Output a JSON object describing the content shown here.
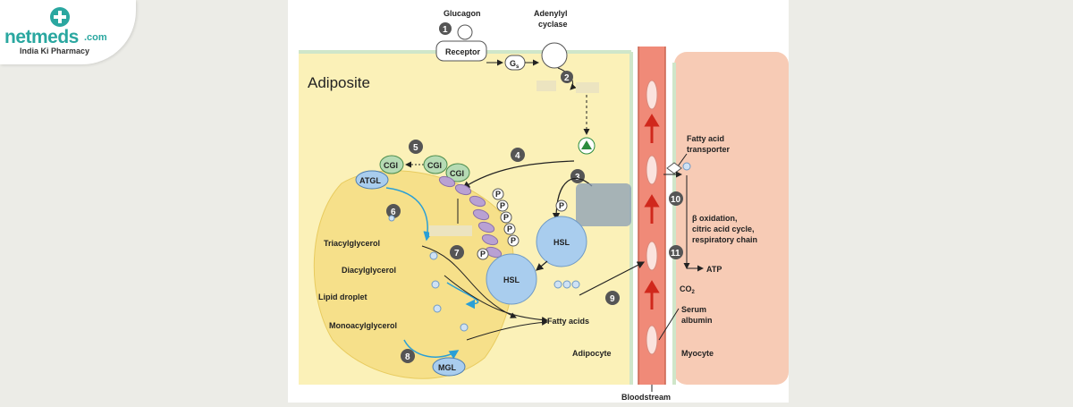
{
  "brand": {
    "name": "netmeds",
    "tld": ".com",
    "tagline": "India Ki Pharmacy",
    "color": "#2aa7a0"
  },
  "diagram": {
    "top": {
      "glucagon": "Glucagon",
      "adenylyl_cyclase_1": "Adenylyl",
      "adenylyl_cyclase_2": "cyclase",
      "receptor": "Receptor",
      "gs": "G",
      "gs_sub": "s"
    },
    "compartments": {
      "adiposite_title": "Adiposite",
      "adipocyte": "Adipocyte",
      "myocyte": "Myocyte",
      "bloodstream": "Bloodstream"
    },
    "proteins": {
      "cgi": "CGI",
      "atgl": "ATGL",
      "hsl": "HSL",
      "mgl": "MGL",
      "phosphate": "P"
    },
    "lipids": {
      "triacylglycerol": "Triacylglycerol",
      "diacylglycerol": "Diacylglycerol",
      "lipid_droplet": "Lipid droplet",
      "monoacylglycerol": "Monoacylglycerol",
      "fatty_acids": "Fatty acids"
    },
    "muscle": {
      "transporter_1": "Fatty acid",
      "transporter_2": "transporter",
      "beta_1": "β oxidation,",
      "beta_2": "citric acid cycle,",
      "beta_3": "respiratory chain",
      "atp": "ATP",
      "co2": "CO",
      "co2_sub": "2",
      "albumin_1": "Serum",
      "albumin_2": "albumin"
    },
    "steps": [
      "1",
      "2",
      "3",
      "4",
      "5",
      "6",
      "7",
      "8",
      "9",
      "10",
      "11"
    ],
    "colors": {
      "cell": "#fbf1b8",
      "droplet": "#f6e08a",
      "myocyte": "#f7cbb5",
      "vessel": "#f08a78",
      "arrow_blue": "#2a9fd6",
      "arrow_red": "#d0281c",
      "hsl": "#a9cdee",
      "cgi": "#b6dbb4",
      "perilipin": "#b9a1d3"
    }
  }
}
